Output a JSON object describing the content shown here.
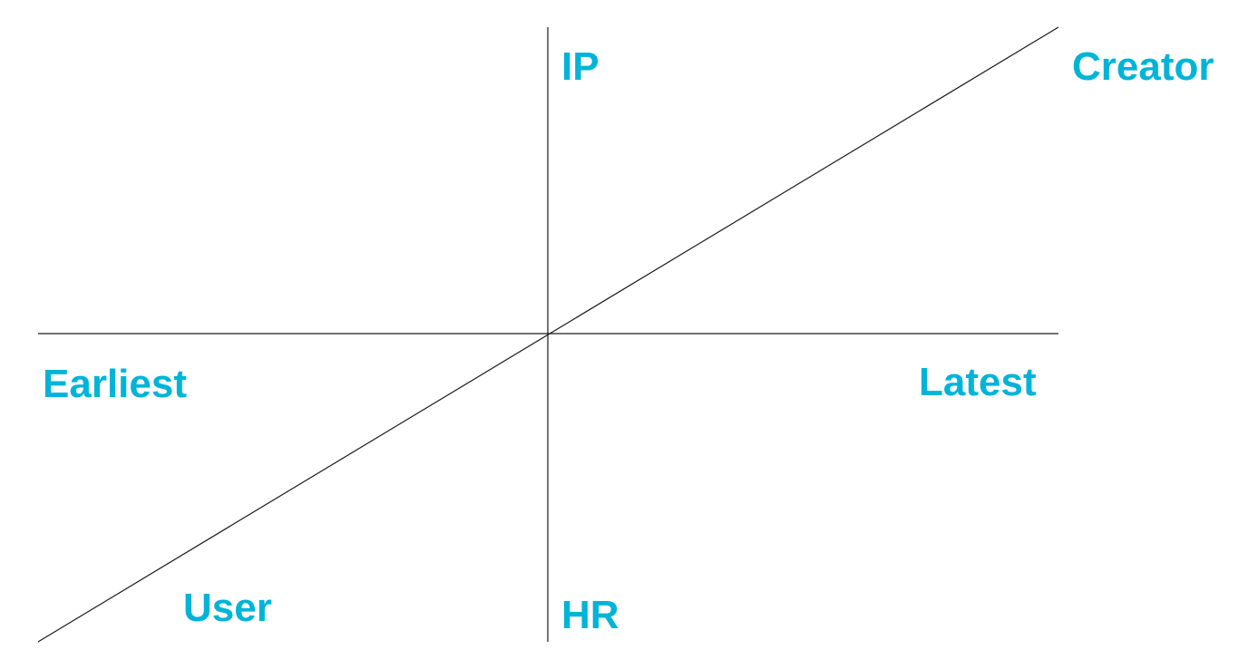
{
  "diagram": {
    "label_color": "#00b4d8",
    "line_color": "#1a1a1a",
    "labels": {
      "top": "IP",
      "bottom": "HR",
      "left": "Earliest",
      "right": "Latest",
      "diagonal_top_right": "Creator",
      "diagonal_bottom_left": "User"
    }
  }
}
